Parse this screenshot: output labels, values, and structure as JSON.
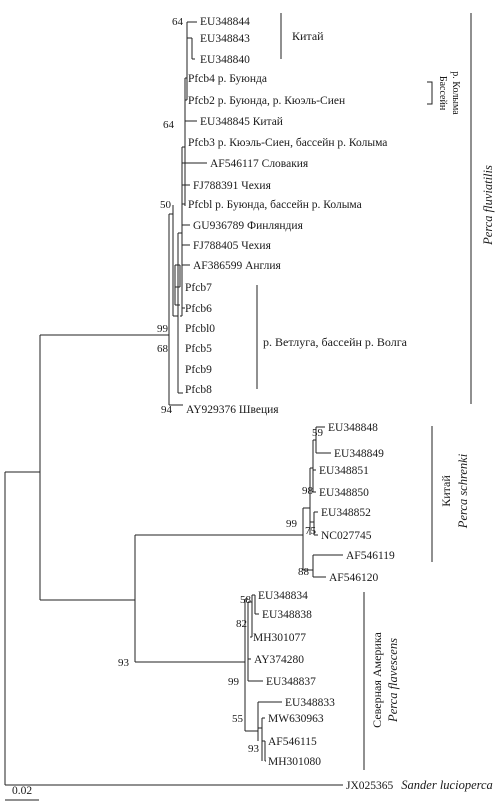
{
  "scale_bar": {
    "label": "0.02"
  },
  "groups": {
    "china_top": "Китай",
    "kolyma_line1": "Бассейн",
    "kolyma_line2": "р. Колыма",
    "vetluga": "р. Ветлуга, бассейн р. Волга",
    "china_schrenki": "Китай",
    "north_america": "Северная Америка"
  },
  "species": {
    "fluviatilis": "Perca fluviatilis",
    "schrenki": "Perca schrenki",
    "flavescens": "Perca flavescens",
    "sander_prefix": "JX025365",
    "sander": "Sander lucioperca"
  },
  "taxa": [
    "EU348844",
    "EU348843",
    "EU348840",
    "Pfcb4 р. Буюнда",
    "Pfcb2 р. Буюнда, р. Кюэль-Сиен",
    "EU348845 Китай",
    "Pfcb3 р. Кюэль-Сиен, бассейн р. Колыма",
    "AF546117 Словакия",
    "FJ788391 Чехия",
    "Pfcbl р. Буюнда, бассейн р. Колыма",
    "GU936789 Финляндия",
    "FJ788405 Чехия",
    "AF386599 Англия",
    "Pfcb7",
    "Pfcb6",
    "Pfcbl0",
    "Pfcb5",
    "Pfcb9",
    "Pfcb8",
    "AY929376 Швеция",
    "EU348848",
    "EU348849",
    "EU348851",
    "EU348850",
    "EU348852",
    "NC027745",
    "AF546119",
    "AF546120",
    "EU348834",
    "EU348838",
    "MH301077",
    "AY374280",
    "EU348837",
    "EU348833",
    "MW630963",
    "AF546115",
    "MH301080"
  ],
  "bootstrap": [
    "64",
    "64",
    "50",
    "99",
    "68",
    "94",
    "59",
    "98",
    "99",
    "75",
    "88",
    "93",
    "58",
    "82",
    "99",
    "55",
    "93"
  ]
}
